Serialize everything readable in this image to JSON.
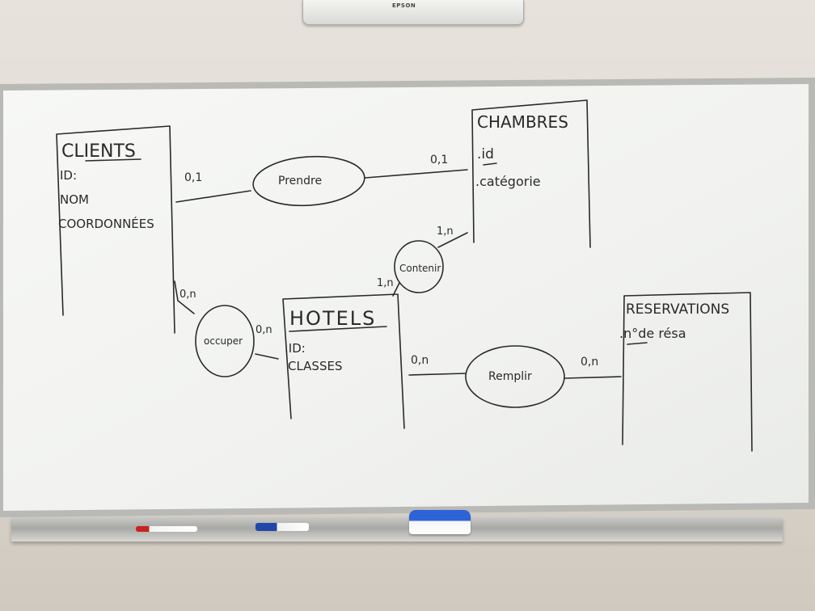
{
  "scene": {
    "projector_brand": "EPSON"
  },
  "diagram": {
    "entities": {
      "clients": {
        "title": "CLIENTS",
        "attributes": [
          "ID:",
          "NOM",
          "COORDONNÉES"
        ]
      },
      "chambres": {
        "title": "CHAMBRES",
        "attributes": [
          ".id",
          ".catégorie"
        ]
      },
      "hotels": {
        "title": "HOTELS",
        "attributes": [
          ".ID:",
          "CLASSES"
        ]
      },
      "reservations": {
        "title": "RESERVATIONS",
        "attributes": [
          ".n°de résa"
        ]
      }
    },
    "relations": {
      "prendre": "Prendre",
      "contenir": "Contenir",
      "occuper": "occuper",
      "remplir": "Remplir"
    },
    "cardinalities": {
      "clients_prendre": "0,1",
      "chambres_prendre": "0,1",
      "chambres_contenir": "1,n",
      "hotels_contenir": "1,n",
      "clients_occuper": "0,n",
      "hotels_occuper": "0,n",
      "hotels_remplir": "0,n",
      "reservations_remplir": "0,n"
    }
  },
  "colors": {
    "marker_ink": "#2a2a2a",
    "board_surface": "#f4f5f3",
    "eraser_blue": "#2e63d8",
    "marker_red": "#c72222"
  }
}
